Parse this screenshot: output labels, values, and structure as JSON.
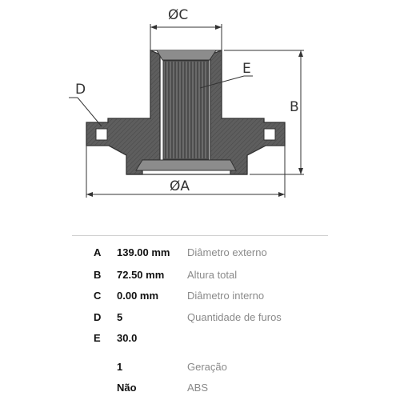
{
  "drawing": {
    "labels": {
      "c": "ØC",
      "e": "E",
      "d": "D",
      "b": "B",
      "a": "ØA"
    },
    "colors": {
      "line": "#333333",
      "fill": "#5e5e5e",
      "fill_light": "#8c8c8c"
    }
  },
  "specs": [
    {
      "key": "A",
      "value": "139.00 mm",
      "desc": "Diâmetro externo"
    },
    {
      "key": "B",
      "value": "72.50 mm",
      "desc": "Altura total"
    },
    {
      "key": "C",
      "value": "0.00 mm",
      "desc": "Diâmetro interno"
    },
    {
      "key": "D",
      "value": "5",
      "desc": "Quantidade de furos"
    },
    {
      "key": "E",
      "value": "30.0",
      "desc": ""
    },
    {
      "key": "",
      "value": "1",
      "desc": "Geração"
    },
    {
      "key": "",
      "value": "Não",
      "desc": "ABS"
    }
  ]
}
